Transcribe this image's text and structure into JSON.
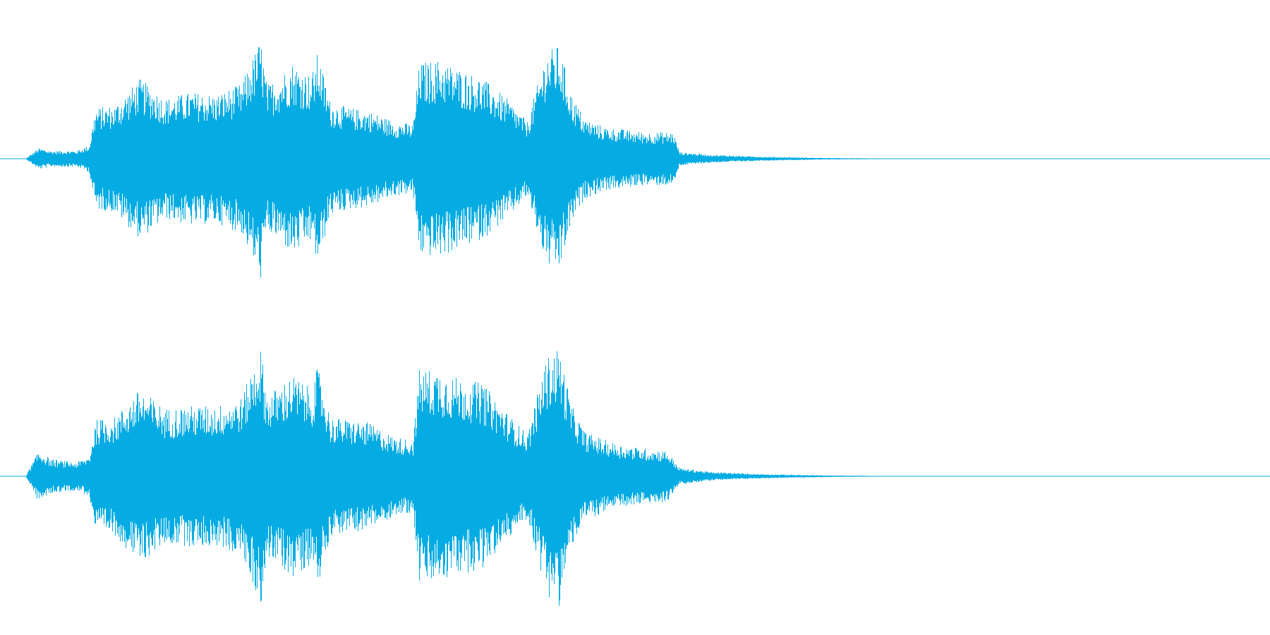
{
  "waveform": {
    "color": "#05ace3",
    "background": "#ffffff",
    "channels": [
      {
        "name": "left",
        "envelope": [
          [
            0.0,
            0.0
          ],
          [
            0.02,
            0.0
          ],
          [
            0.03,
            0.08
          ],
          [
            0.04,
            0.06
          ],
          [
            0.06,
            0.06
          ],
          [
            0.07,
            0.1
          ],
          [
            0.075,
            0.38
          ],
          [
            0.09,
            0.4
          ],
          [
            0.11,
            0.6
          ],
          [
            0.13,
            0.45
          ],
          [
            0.15,
            0.5
          ],
          [
            0.17,
            0.48
          ],
          [
            0.19,
            0.56
          ],
          [
            0.205,
            0.9
          ],
          [
            0.21,
            0.55
          ],
          [
            0.22,
            0.62
          ],
          [
            0.23,
            0.72
          ],
          [
            0.245,
            0.62
          ],
          [
            0.25,
            0.8
          ],
          [
            0.26,
            0.42
          ],
          [
            0.275,
            0.38
          ],
          [
            0.29,
            0.36
          ],
          [
            0.31,
            0.28
          ],
          [
            0.325,
            0.26
          ],
          [
            0.33,
            0.72
          ],
          [
            0.345,
            0.74
          ],
          [
            0.36,
            0.68
          ],
          [
            0.38,
            0.6
          ],
          [
            0.4,
            0.44
          ],
          [
            0.415,
            0.28
          ],
          [
            0.43,
            0.8
          ],
          [
            0.44,
            0.85
          ],
          [
            0.45,
            0.48
          ],
          [
            0.46,
            0.3
          ],
          [
            0.475,
            0.24
          ],
          [
            0.49,
            0.22
          ],
          [
            0.505,
            0.2
          ],
          [
            0.53,
            0.2
          ],
          [
            0.535,
            0.05
          ],
          [
            0.56,
            0.03
          ],
          [
            0.6,
            0.015
          ],
          [
            0.65,
            0.006
          ],
          [
            0.7,
            0.002
          ],
          [
            0.74,
            0.001
          ],
          [
            0.75,
            0.0
          ],
          [
            1.0,
            0.0
          ]
        ]
      },
      {
        "name": "right",
        "envelope": [
          [
            0.0,
            0.0
          ],
          [
            0.02,
            0.0
          ],
          [
            0.03,
            0.18
          ],
          [
            0.04,
            0.12
          ],
          [
            0.06,
            0.1
          ],
          [
            0.07,
            0.14
          ],
          [
            0.075,
            0.4
          ],
          [
            0.09,
            0.42
          ],
          [
            0.11,
            0.62
          ],
          [
            0.13,
            0.48
          ],
          [
            0.15,
            0.5
          ],
          [
            0.17,
            0.5
          ],
          [
            0.19,
            0.56
          ],
          [
            0.205,
            0.92
          ],
          [
            0.21,
            0.58
          ],
          [
            0.22,
            0.64
          ],
          [
            0.23,
            0.72
          ],
          [
            0.245,
            0.62
          ],
          [
            0.25,
            0.78
          ],
          [
            0.26,
            0.42
          ],
          [
            0.275,
            0.4
          ],
          [
            0.29,
            0.38
          ],
          [
            0.31,
            0.28
          ],
          [
            0.325,
            0.26
          ],
          [
            0.33,
            0.76
          ],
          [
            0.345,
            0.76
          ],
          [
            0.36,
            0.7
          ],
          [
            0.38,
            0.66
          ],
          [
            0.4,
            0.44
          ],
          [
            0.415,
            0.3
          ],
          [
            0.43,
            0.84
          ],
          [
            0.44,
            0.92
          ],
          [
            0.45,
            0.5
          ],
          [
            0.46,
            0.32
          ],
          [
            0.475,
            0.26
          ],
          [
            0.49,
            0.22
          ],
          [
            0.505,
            0.2
          ],
          [
            0.525,
            0.18
          ],
          [
            0.535,
            0.06
          ],
          [
            0.56,
            0.03
          ],
          [
            0.6,
            0.015
          ],
          [
            0.65,
            0.006
          ],
          [
            0.7,
            0.002
          ],
          [
            0.75,
            0.001
          ],
          [
            0.76,
            0.0
          ],
          [
            1.0,
            0.0
          ]
        ]
      }
    ]
  }
}
